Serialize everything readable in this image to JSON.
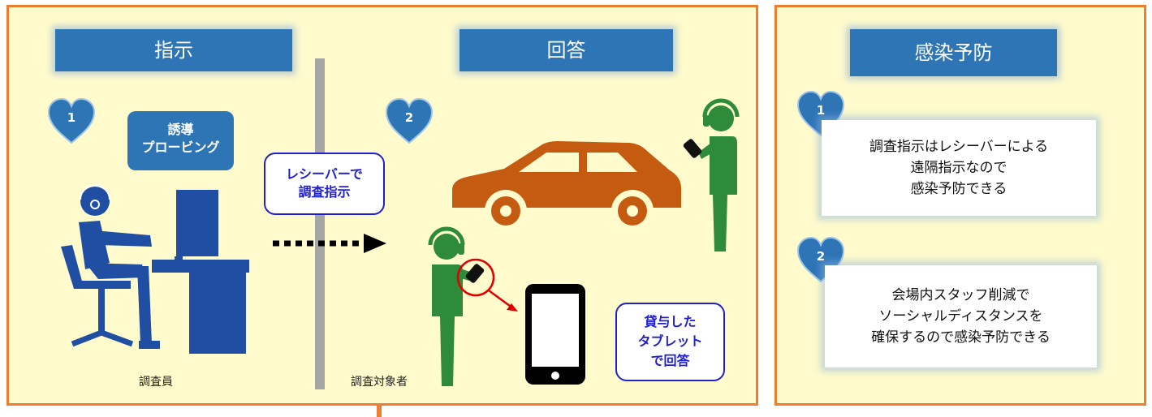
{
  "left_panel": {
    "instruction_header": "指示",
    "answer_header": "回答",
    "step1_num": "1",
    "step2_num": "2",
    "guide_tag": [
      "誘導",
      "プロービング"
    ],
    "receiver_tag": [
      "レシーバーで",
      "調査指示"
    ],
    "tablet_tag": [
      "貸与した",
      "タブレット",
      "で回答"
    ],
    "investigator_label": "調査員",
    "subject_label": "調査対象者"
  },
  "right_panel": {
    "header": "感染予防",
    "item1_num": "1",
    "item1_lines": [
      "調査指示はレシーバーによる",
      "遠隔指示なので",
      "感染予防できる"
    ],
    "item2_num": "2",
    "item2_lines": [
      "会場内スタッフ削減で",
      "ソーシャルディスタンスを",
      "確保するので感染予防できる"
    ]
  },
  "colors": {
    "panel_bg": "#fffbcc",
    "panel_border": "#ed7d31",
    "header_blue": "#2e75b6",
    "person_green": "#2e8b3a",
    "car_orange": "#c55a11",
    "figure_blue": "#1f4ea3",
    "heart_blue": "#2e75b6"
  }
}
